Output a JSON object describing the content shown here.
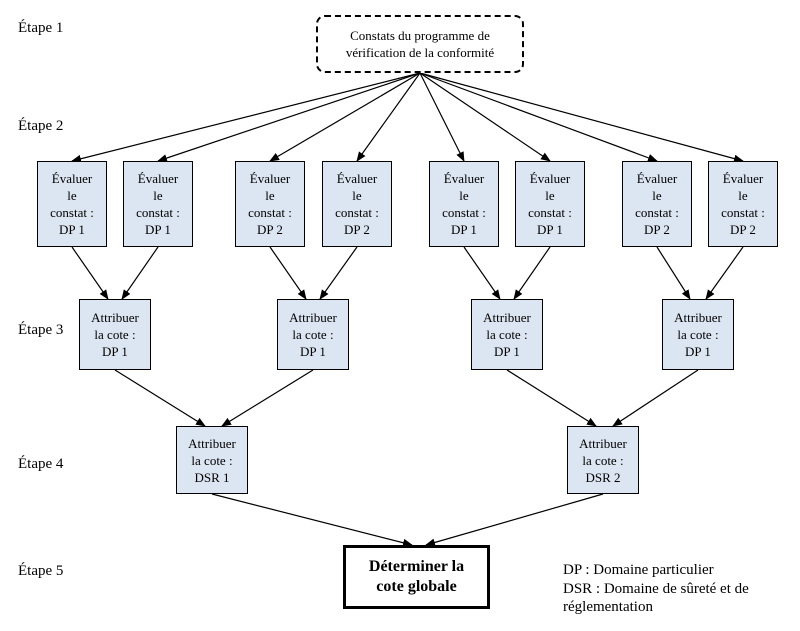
{
  "stages": [
    "Étape 1",
    "Étape 2",
    "Étape 3",
    "Étape 4",
    "Étape 5"
  ],
  "root_label": "Constats du programme de\nvérification de la conformité",
  "evaluate_boxes": [
    "Évaluer\nle\nconstat :\nDP 1",
    "Évaluer\nle\nconstat :\nDP 1",
    "Évaluer\nle\nconstat :\nDP 2",
    "Évaluer\nle\nconstat :\nDP 2",
    "Évaluer\nle\nconstat :\nDP 1",
    "Évaluer\nle\nconstat :\nDP 1",
    "Évaluer\nle\nconstat :\nDP 2",
    "Évaluer\nle\nconstat :\nDP 2"
  ],
  "rate_dp_boxes": [
    "Attribuer\nla cote :\nDP 1",
    "Attribuer\nla cote :\nDP 1",
    "Attribuer\nla cote :\nDP 1",
    "Attribuer\nla cote :\nDP 1"
  ],
  "rate_dsr_boxes": [
    "Attribuer\nla cote :\nDSR 1",
    "Attribuer\nla cote :\nDSR 2"
  ],
  "final_label": "Déterminer la\ncote globale",
  "legend": {
    "dp": "DP : Domaine particulier",
    "dsr_line1": "DSR : Domaine de sûreté et de",
    "dsr_line2": "réglementation"
  },
  "colors": {
    "box_fill": "#dce6f2",
    "line": "#000000"
  }
}
